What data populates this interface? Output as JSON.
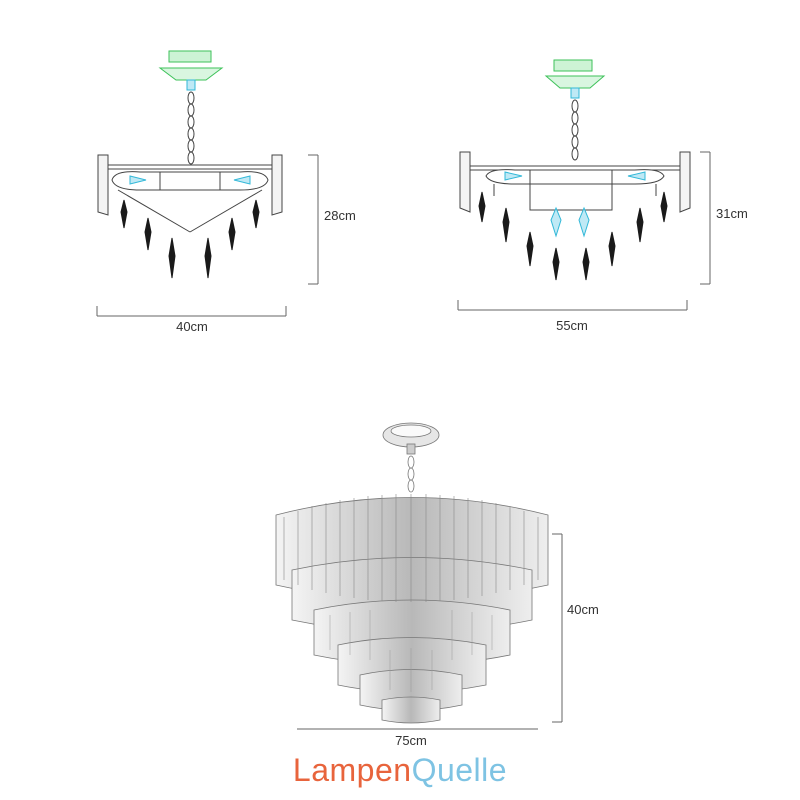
{
  "drawings": [
    {
      "id": "small",
      "height_label": "28cm",
      "width_label": "40cm"
    },
    {
      "id": "medium",
      "height_label": "31cm",
      "width_label": "55cm"
    },
    {
      "id": "large",
      "height_label": "40cm",
      "width_label": "75cm"
    }
  ],
  "brand": {
    "part1": "Lampen",
    "part2": "Quelle",
    "color1": "#e8643c",
    "color2": "#7ec3e3"
  },
  "colors": {
    "line": "#444444",
    "accent_green": "#3ec25a",
    "accent_cyan": "#32b8d8",
    "crystal": "#1a1a1a"
  }
}
